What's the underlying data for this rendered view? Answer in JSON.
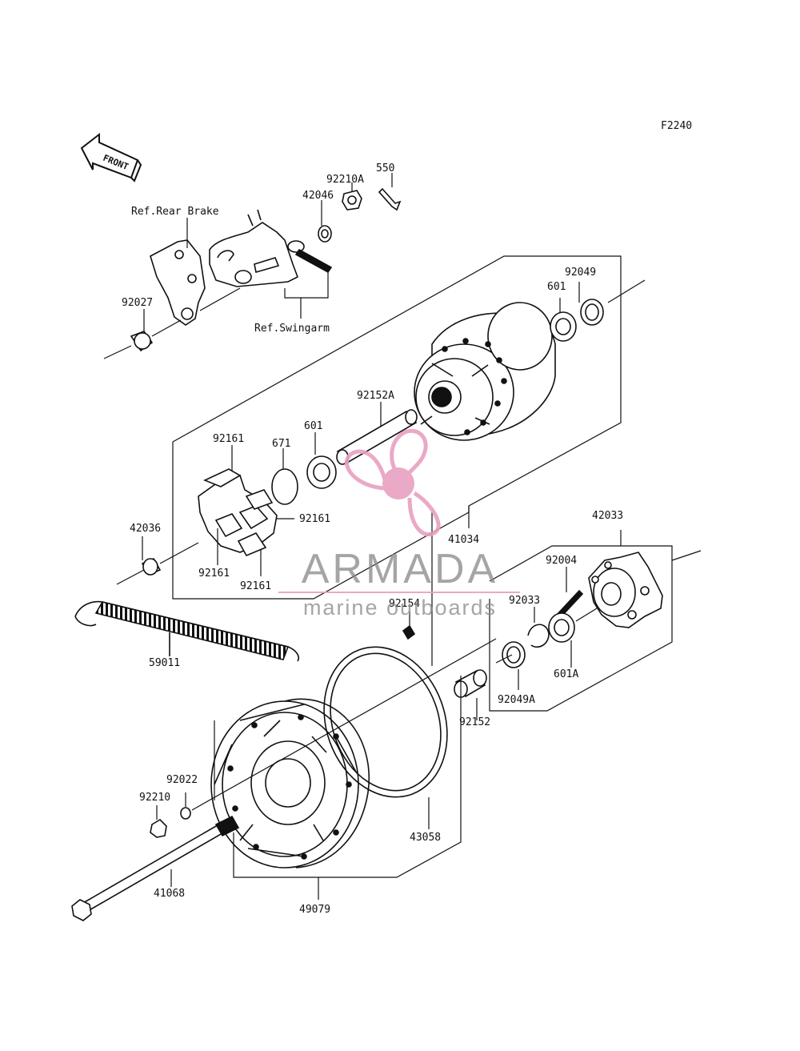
{
  "figure_code": "F2240",
  "front_label": "FRONT",
  "refs": {
    "rear_brake": "Ref.Rear Brake",
    "swingarm": "Ref.Swingarm"
  },
  "watermark": {
    "title": "ARMADA",
    "subtitle": "marine outboards",
    "color": "#e8a0c0"
  },
  "parts": {
    "p550": "550",
    "p92210A": "92210A",
    "p42046": "42046",
    "p92027": "92027",
    "p92049": "92049",
    "p601_top": "601",
    "p92152A": "92152A",
    "p601_mid": "601",
    "p671": "671",
    "p92161_a": "92161",
    "p92161_b": "92161",
    "p92161_c": "92161",
    "p92161_d": "92161",
    "p42036": "42036",
    "p41034": "41034",
    "p42033": "42033",
    "p92004": "92004",
    "p92154": "92154",
    "p92033": "92033",
    "p59011": "59011",
    "p601A": "601A",
    "p92049A": "92049A",
    "p92152": "92152",
    "p92022": "92022",
    "p92210": "92210",
    "p43058": "43058",
    "p41068": "41068",
    "p49079": "49079"
  }
}
